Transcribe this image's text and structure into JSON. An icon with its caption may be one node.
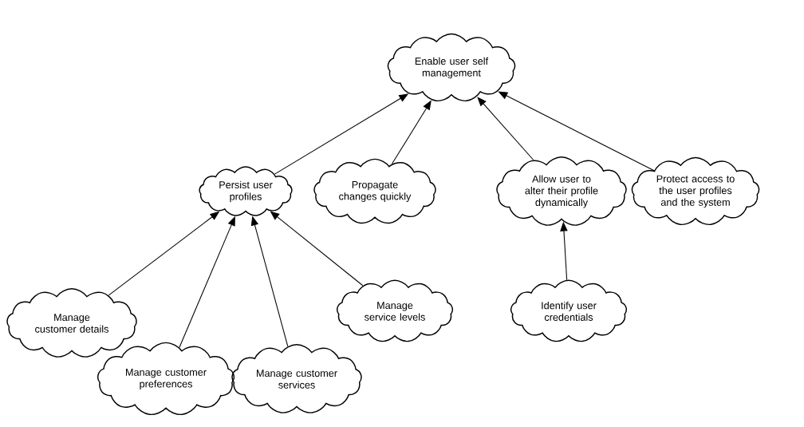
{
  "diagram": {
    "nodes": [
      {
        "text": [
          "Enable user self management"
        ]
      },
      {
        "text": [
          "Persist user profiles"
        ]
      },
      {
        "text": [
          "Propagate changes quickly"
        ]
      },
      {
        "text": [
          "Allow user to alter their profile dynamically"
        ]
      },
      {
        "text": [
          "Protect access to the user profiles and the system"
        ]
      },
      {
        "text": [
          "Manage customer details"
        ]
      },
      {
        "text": [
          "Manage customer preferences"
        ]
      },
      {
        "text": [
          "Manage customer services"
        ]
      },
      {
        "text": [
          "Manage service levels"
        ]
      },
      {
        "text": [
          "Identify user credentials"
        ]
      }
    ],
    "edges": [
      {
        "from": 1,
        "to": 0,
        "arrow": "to"
      },
      {
        "from": 2,
        "to": 0,
        "arrow": "to"
      },
      {
        "from": 3,
        "to": 0,
        "arrow": "to"
      },
      {
        "from": 4,
        "to": 0,
        "arrow": "to"
      },
      {
        "from": 5,
        "to": 1,
        "arrow": "to"
      },
      {
        "from": 6,
        "to": 1,
        "arrow": "to"
      },
      {
        "from": 7,
        "to": 1,
        "arrow": "to"
      },
      {
        "from": 8,
        "to": 1,
        "arrow": "to"
      },
      {
        "from": 9,
        "to": 3,
        "arrow": "to"
      }
    ]
  }
}
